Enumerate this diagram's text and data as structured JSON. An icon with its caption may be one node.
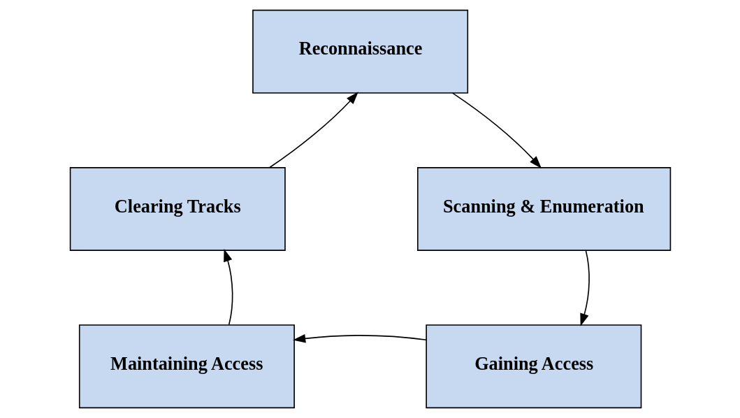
{
  "diagram": {
    "nodes": [
      {
        "text": [
          "Reconnaissance"
        ]
      },
      {
        "text": [
          "Scanning & Enumeration"
        ]
      },
      {
        "text": [
          "Gaining Access"
        ]
      },
      {
        "text": [
          "Maintaining Access"
        ]
      },
      {
        "text": [
          "Clearing Tracks"
        ]
      }
    ],
    "edges": [
      {
        "from": 0,
        "to": 1,
        "arrow": "to"
      },
      {
        "from": 1,
        "to": 2,
        "arrow": "to"
      },
      {
        "from": 2,
        "to": 3,
        "arrow": "to"
      },
      {
        "from": 3,
        "to": 4,
        "arrow": "to"
      },
      {
        "from": 4,
        "to": 0,
        "arrow": "to"
      }
    ]
  }
}
